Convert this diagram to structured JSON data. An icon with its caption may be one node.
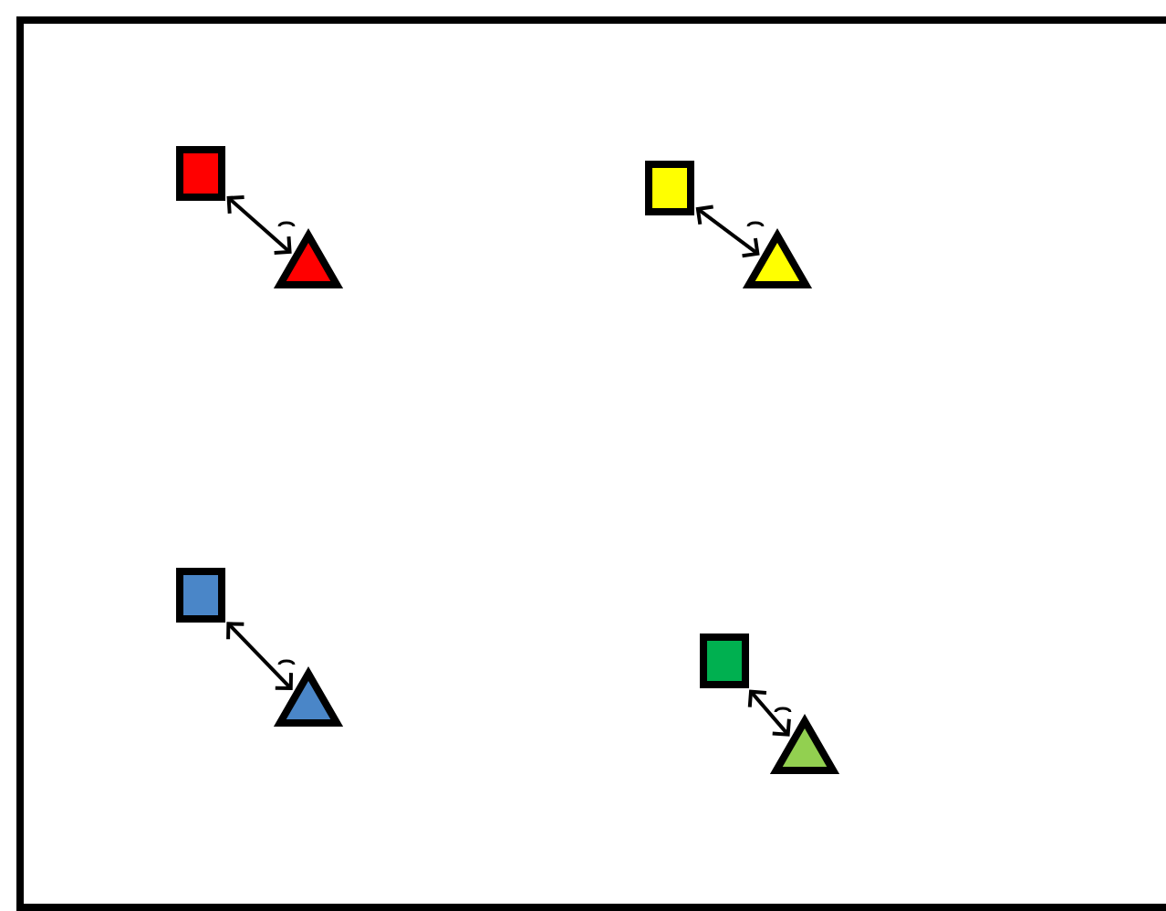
{
  "diagram": {
    "nodes": [
      {
        "text": [],
        "shape": "box"
      },
      {
        "text": [],
        "shape": "triangle"
      },
      {
        "text": [],
        "shape": "box"
      },
      {
        "text": [],
        "shape": "triangle"
      },
      {
        "text": [],
        "shape": "box"
      },
      {
        "text": [],
        "shape": "triangle"
      },
      {
        "text": [],
        "shape": "box"
      },
      {
        "text": [],
        "shape": "triangle"
      }
    ],
    "edges": [
      {
        "from": 0,
        "to": 1,
        "arrow": "both"
      },
      {
        "from": 2,
        "to": 3,
        "arrow": "both"
      },
      {
        "from": 4,
        "to": 5,
        "arrow": "both"
      },
      {
        "from": 6,
        "to": 7,
        "arrow": "both"
      }
    ]
  }
}
